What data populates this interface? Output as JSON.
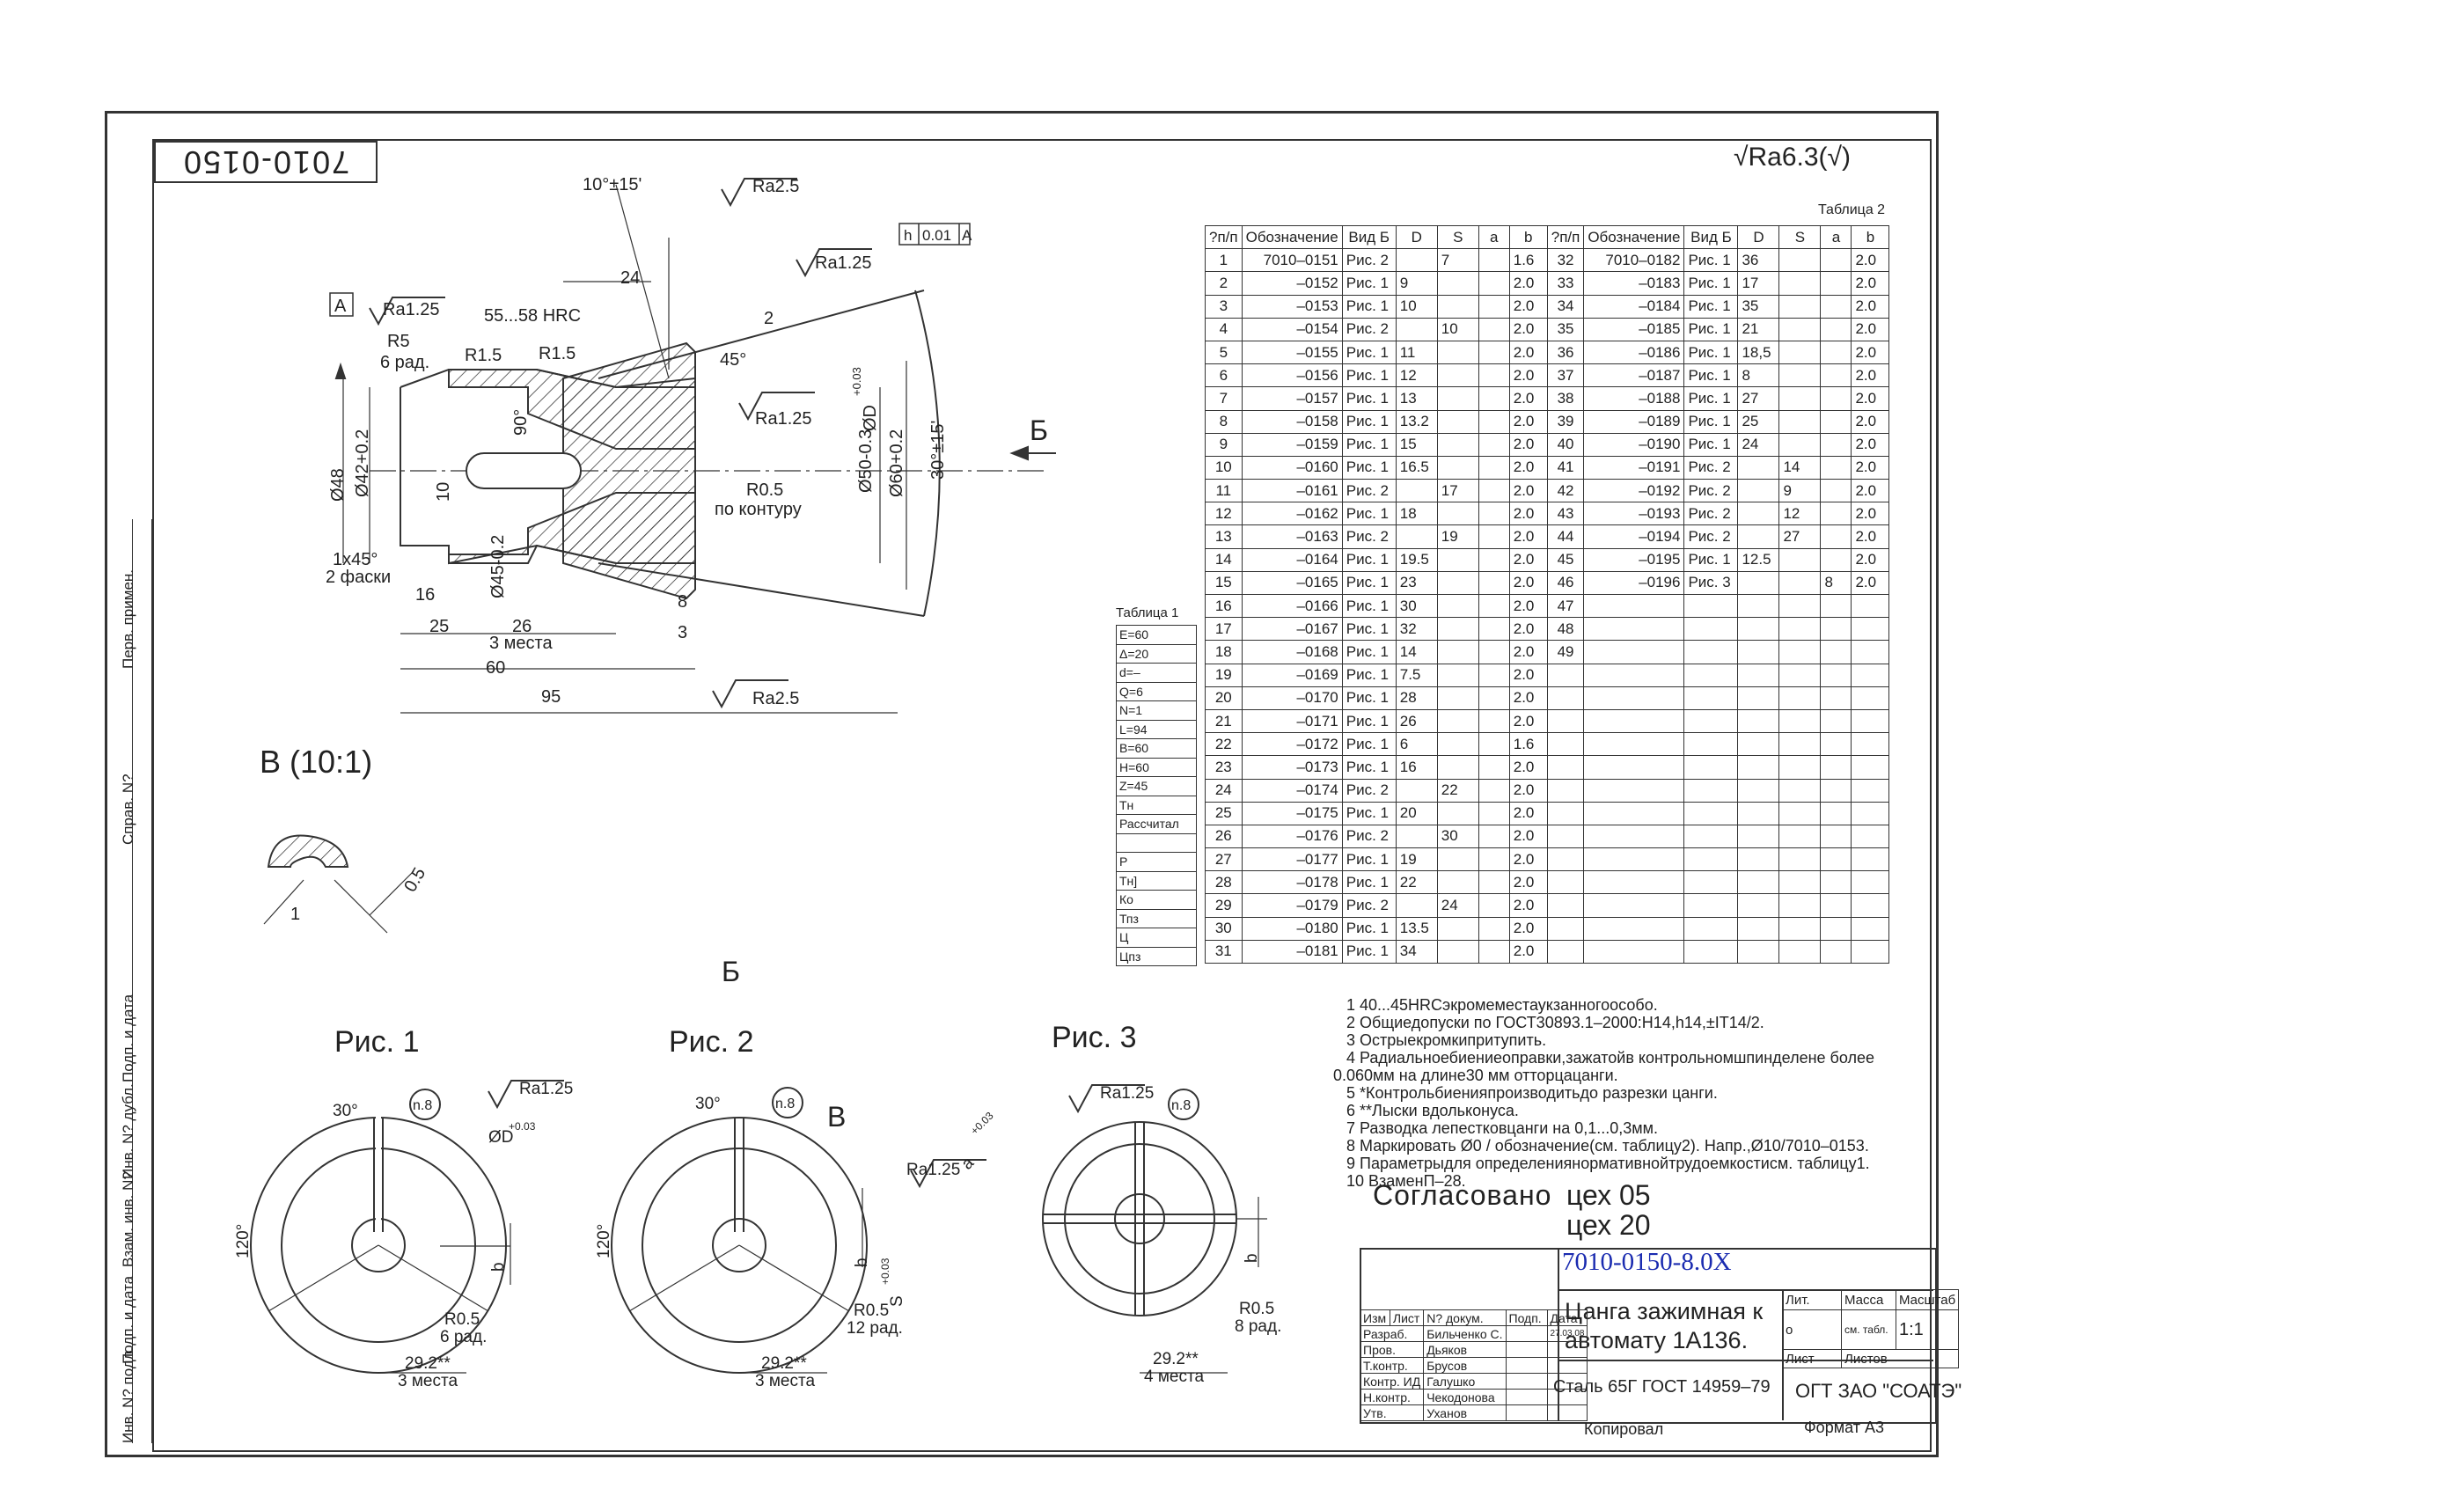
{
  "drawing_number_mirrored": "7010-0150",
  "roughness_general": "Ra6.3",
  "table2": {
    "caption": "Таблица 2",
    "headers": [
      "?п/п",
      "Обозначение",
      "Вид Б",
      "D",
      "S",
      "a",
      "b",
      "?п/п",
      "Обозначение",
      "Вид Б",
      "D",
      "S",
      "a",
      "b"
    ],
    "rows": [
      [
        "1",
        "7010–0151",
        "Рис. 2",
        "",
        "7",
        "",
        "1.6",
        "32",
        "7010–0182",
        "Рис. 1",
        "36",
        "",
        "",
        "2.0"
      ],
      [
        "2",
        "–0152",
        "Рис. 1",
        "9",
        "",
        "",
        "2.0",
        "33",
        "–0183",
        "Рис. 1",
        "17",
        "",
        "",
        "2.0"
      ],
      [
        "3",
        "–0153",
        "Рис. 1",
        "10",
        "",
        "",
        "2.0",
        "34",
        "–0184",
        "Рис. 1",
        "35",
        "",
        "",
        "2.0"
      ],
      [
        "4",
        "–0154",
        "Рис. 2",
        "",
        "10",
        "",
        "2.0",
        "35",
        "–0185",
        "Рис. 1",
        "21",
        "",
        "",
        "2.0"
      ],
      [
        "5",
        "–0155",
        "Рис. 1",
        "11",
        "",
        "",
        "2.0",
        "36",
        "–0186",
        "Рис. 1",
        "18,5",
        "",
        "",
        "2.0"
      ],
      [
        "6",
        "–0156",
        "Рис. 1",
        "12",
        "",
        "",
        "2.0",
        "37",
        "–0187",
        "Рис. 1",
        "8",
        "",
        "",
        "2.0"
      ],
      [
        "7",
        "–0157",
        "Рис. 1",
        "13",
        "",
        "",
        "2.0",
        "38",
        "–0188",
        "Рис. 1",
        "27",
        "",
        "",
        "2.0"
      ],
      [
        "8",
        "–0158",
        "Рис. 1",
        "13.2",
        "",
        "",
        "2.0",
        "39",
        "–0189",
        "Рис. 1",
        "25",
        "",
        "",
        "2.0"
      ],
      [
        "9",
        "–0159",
        "Рис. 1",
        "15",
        "",
        "",
        "2.0",
        "40",
        "–0190",
        "Рис. 1",
        "24",
        "",
        "",
        "2.0"
      ],
      [
        "10",
        "–0160",
        "Рис. 1",
        "16.5",
        "",
        "",
        "2.0",
        "41",
        "–0191",
        "Рис. 2",
        "",
        "14",
        "",
        "2.0"
      ],
      [
        "11",
        "–0161",
        "Рис. 2",
        "",
        "17",
        "",
        "2.0",
        "42",
        "–0192",
        "Рис. 2",
        "",
        "9",
        "",
        "2.0"
      ],
      [
        "12",
        "–0162",
        "Рис. 1",
        "18",
        "",
        "",
        "2.0",
        "43",
        "–0193",
        "Рис. 2",
        "",
        "12",
        "",
        "2.0"
      ],
      [
        "13",
        "–0163",
        "Рис. 2",
        "",
        "19",
        "",
        "2.0",
        "44",
        "–0194",
        "Рис. 2",
        "",
        "27",
        "",
        "2.0"
      ],
      [
        "14",
        "–0164",
        "Рис. 1",
        "19.5",
        "",
        "",
        "2.0",
        "45",
        "–0195",
        "Рис. 1",
        "12.5",
        "",
        "",
        "2.0"
      ],
      [
        "15",
        "–0165",
        "Рис. 1",
        "23",
        "",
        "",
        "2.0",
        "46",
        "–0196",
        "Рис. 3",
        "",
        "",
        "8",
        "2.0"
      ],
      [
        "16",
        "–0166",
        "Рис. 1",
        "30",
        "",
        "",
        "2.0",
        "47",
        "",
        "",
        "",
        "",
        "",
        ""
      ],
      [
        "17",
        "–0167",
        "Рис. 1",
        "32",
        "",
        "",
        "2.0",
        "48",
        "",
        "",
        "",
        "",
        "",
        ""
      ],
      [
        "18",
        "–0168",
        "Рис. 1",
        "14",
        "",
        "",
        "2.0",
        "49",
        "",
        "",
        "",
        "",
        "",
        ""
      ],
      [
        "19",
        "–0169",
        "Рис. 1",
        "7.5",
        "",
        "",
        "2.0",
        "",
        "",
        "",
        "",
        "",
        "",
        ""
      ],
      [
        "20",
        "–0170",
        "Рис. 1",
        "28",
        "",
        "",
        "2.0",
        "",
        "",
        "",
        "",
        "",
        "",
        ""
      ],
      [
        "21",
        "–0171",
        "Рис. 1",
        "26",
        "",
        "",
        "2.0",
        "",
        "",
        "",
        "",
        "",
        "",
        ""
      ],
      [
        "22",
        "–0172",
        "Рис. 1",
        "6",
        "",
        "",
        "1.6",
        "",
        "",
        "",
        "",
        "",
        "",
        ""
      ],
      [
        "23",
        "–0173",
        "Рис. 1",
        "16",
        "",
        "",
        "2.0",
        "",
        "",
        "",
        "",
        "",
        "",
        ""
      ],
      [
        "24",
        "–0174",
        "Рис. 2",
        "",
        "22",
        "",
        "2.0",
        "",
        "",
        "",
        "",
        "",
        "",
        ""
      ],
      [
        "25",
        "–0175",
        "Рис. 1",
        "20",
        "",
        "",
        "2.0",
        "",
        "",
        "",
        "",
        "",
        "",
        ""
      ],
      [
        "26",
        "–0176",
        "Рис. 2",
        "",
        "30",
        "",
        "2.0",
        "",
        "",
        "",
        "",
        "",
        "",
        ""
      ],
      [
        "27",
        "–0177",
        "Рис. 1",
        "19",
        "",
        "",
        "2.0",
        "",
        "",
        "",
        "",
        "",
        "",
        ""
      ],
      [
        "28",
        "–0178",
        "Рис. 1",
        "22",
        "",
        "",
        "2.0",
        "",
        "",
        "",
        "",
        "",
        "",
        ""
      ],
      [
        "29",
        "–0179",
        "Рис. 2",
        "",
        "24",
        "",
        "2.0",
        "",
        "",
        "",
        "",
        "",
        "",
        ""
      ],
      [
        "30",
        "–0180",
        "Рис. 1",
        "13.5",
        "",
        "",
        "2.0",
        "",
        "",
        "",
        "",
        "",
        "",
        ""
      ],
      [
        "31",
        "–0181",
        "Рис. 1",
        "34",
        "",
        "",
        "2.0",
        "",
        "",
        "",
        "",
        "",
        "",
        ""
      ]
    ]
  },
  "table1": {
    "caption": "Таблица 1",
    "rows": [
      "E=60",
      "Δ=20",
      "d=–",
      "Q=6",
      "N=1",
      "L=94",
      "B=60",
      "H=60",
      "Z=45",
      "Тн",
      "Рассчитал",
      "",
      "Р",
      "Тн]",
      "Ко",
      "Тпз",
      "Ц",
      "Цпз"
    ]
  },
  "notes": [
    "1 40...45HRCэкромеместаукзанногоособо.",
    "2 Общиедопуски по ГОСТ30893.1–2000:Н14,h14,±IT14/2.",
    "3 Острыекромкипритупить.",
    "4 Радиальноебиениеоправки,зажатойв контрольномшпинделене более",
    "0.060мм на длине30 мм отторцацанги.",
    "5 *Контрольбиенияпроизводитьдо разрезки цанги.",
    "6 **Лыски вдольконуса.",
    "7 Разводка лепестковцанги на 0,1...0,3мм.",
    "8 Маркировать Ø0 / обозначение(см. таблицу2). Напр.,Ø10/7010–0153.",
    "9 Параметрыдля определениянормативнойтрудоемкостисм. таблицу1.",
    "10 ВзаменП–28."
  ],
  "agreed": {
    "label": "Согласовано",
    "shop1": "цех 05",
    "shop2": "цех 20"
  },
  "title_block": {
    "designation": "7010-0150-8.0X",
    "name_line1": "Цанга зажимная к",
    "name_line2": "автомату 1А136.",
    "material": "Сталь 65Г ГОСТ 14959–79",
    "company": "ОГТ ЗАО \"СОАТЭ\"",
    "lit_label": "Лит.",
    "mass_label": "Масса",
    "scale_label": "Масштаб",
    "lit_value": "о",
    "mass_value": "см. табл.",
    "scale_value": "1:1",
    "sheet_label": "Лист",
    "sheets_label": "Листов",
    "col_izm": "Изм",
    "col_list": "Лист",
    "col_doc": "N? докум.",
    "col_sign": "Подп.",
    "col_date": "Дата",
    "roles": [
      "Разраб.",
      "Пров.",
      "Т.контр.",
      "Контр. ИД",
      "Н.контр.",
      "Утв."
    ],
    "names": [
      "Бильченко С.",
      "Дьяков",
      "Брусов",
      "Галушко",
      "Чекодонова",
      "Уханов"
    ],
    "date": "27.03.08",
    "copied": "Копировал",
    "format": "Формат А3"
  },
  "side_stamps": [
    "Перв. примен.",
    "Справ. N?",
    "Подп. и дата",
    "Инв. N? дубл.",
    "Взам. инв. N?",
    "Подп. и дата",
    "Инв. N? подл."
  ],
  "section_view": {
    "dims": [
      "10°±15'",
      "Ra2.5",
      "Ra1.25",
      "24",
      "55...58 HRC",
      "Ra1.25",
      "R5",
      "6 рад.",
      "R1.5",
      "R1.5",
      "h",
      "0.01",
      "A",
      "2",
      "45°",
      "90°",
      "Ra1.25",
      "ØD",
      "+0.03",
      "R0.5",
      "по контуру",
      "Ø48",
      "Ø42+0.2",
      "10",
      "Ø45-0.2",
      "Ø50-0.3",
      "Ø60+0.2",
      "30°±15'",
      "1x45°",
      "2 фаски",
      "16",
      "25",
      "26",
      "3 места",
      "8",
      "3",
      "60",
      "95",
      "Ra2.5",
      "A"
    ]
  },
  "view_B_label": "В (10:1)",
  "view_B_dims": [
    "1",
    "0.5"
  ],
  "view_arrow_label": "Б",
  "view_section_label": "Б",
  "fig1": {
    "label": "Рис. 1",
    "dims": [
      "Ra1.25",
      "30°",
      "n.8",
      "ØD",
      "+0.03",
      "120°",
      "b",
      "R0.5",
      "6 рад.",
      "29.2**",
      "3 места"
    ]
  },
  "fig2": {
    "label": "Рис. 2",
    "dims": [
      "30°",
      "n.8",
      "В",
      "Ra1.25",
      "a",
      "+0.03",
      "120°",
      "b",
      "S",
      "+0.03",
      "R0.5",
      "12 рад.",
      "29.2**",
      "3 места"
    ]
  },
  "fig3": {
    "label": "Рис. 3",
    "dims": [
      "Ra1.25",
      "n.8",
      "b",
      "R0.5",
      "8 рад.",
      "29.2**",
      "4 места"
    ]
  }
}
